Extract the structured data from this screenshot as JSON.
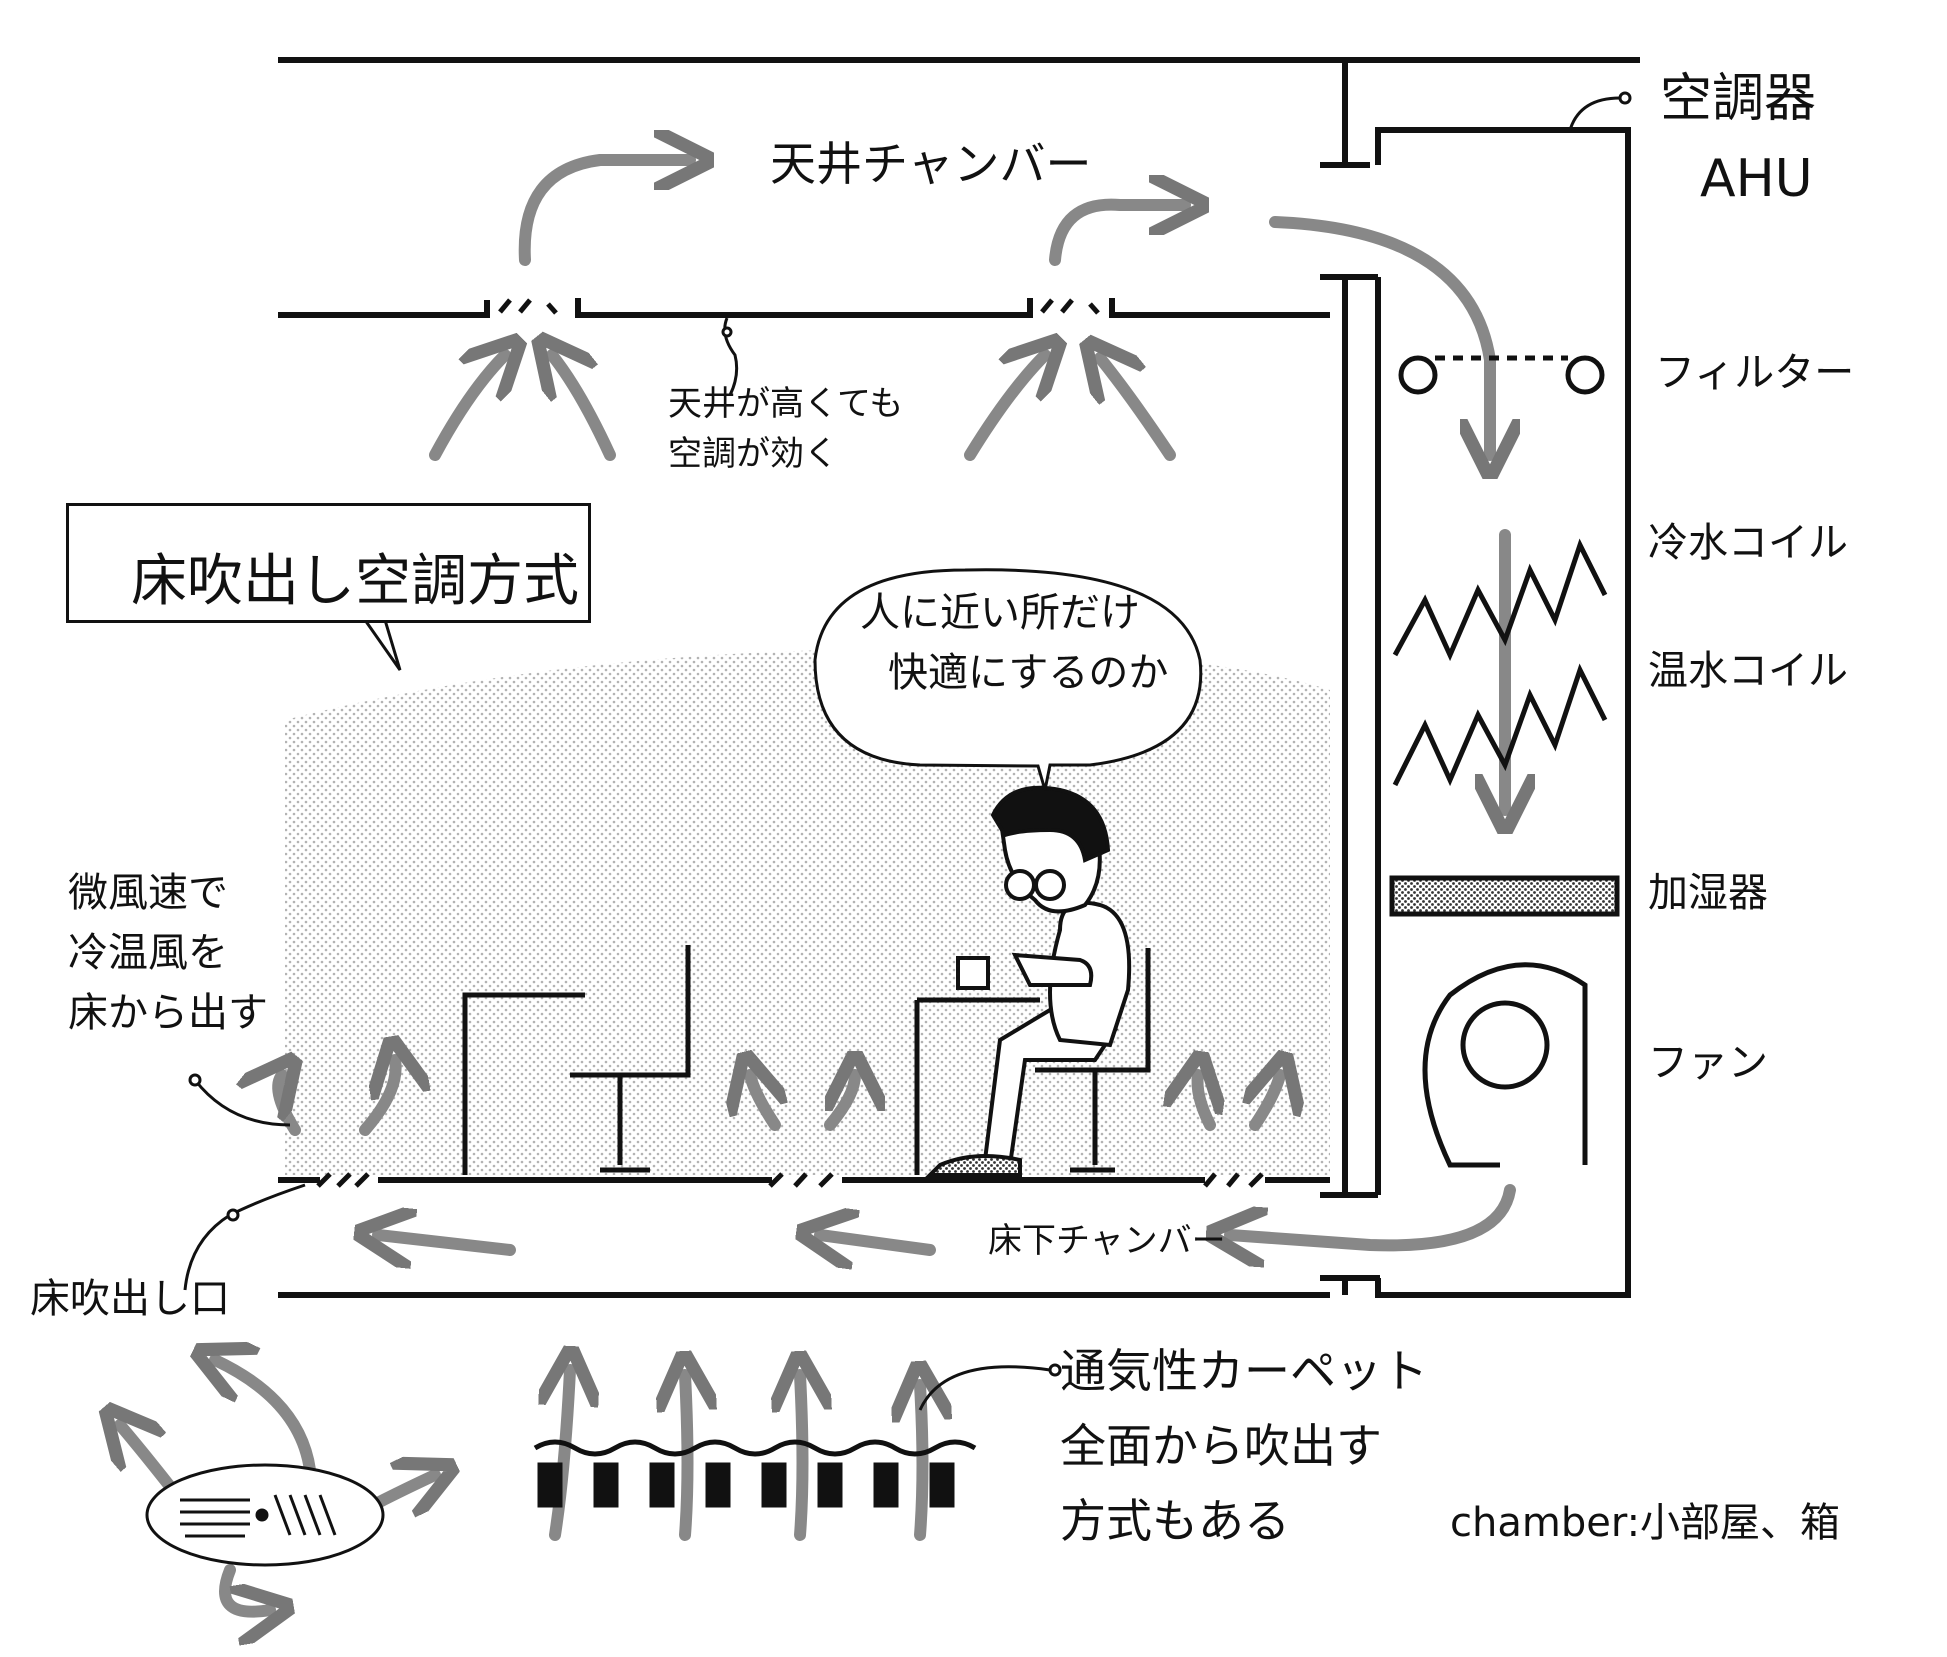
{
  "labels": {
    "ahu_jp": "空調器",
    "ahu_en": "AHU",
    "ceiling_chamber": "天井チャンバー",
    "ceiling_note": [
      "天井が高くても",
      "空調が効く"
    ],
    "system_title": "床吹出し空調方式",
    "speech": [
      "人に近い所だけ",
      "快適にするのか"
    ],
    "filter": "フィルター",
    "cold_coil": "冷水コイル",
    "hot_coil": "温水コイル",
    "humidifier": "加湿器",
    "fan": "ファン",
    "breeze_note": [
      "微風速で",
      "冷温風を",
      "床から出す"
    ],
    "floor_chamber": "床下チャンバー",
    "floor_outlet": "床吹出し口",
    "carpet_note": [
      "通気性カーペット",
      "全面から吹出す",
      "方式もある"
    ],
    "chamber_def": "chamber:小部屋、箱"
  }
}
